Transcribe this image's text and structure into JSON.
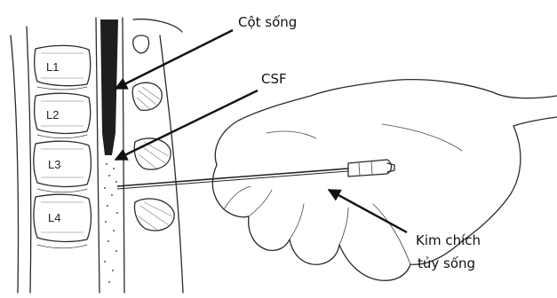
{
  "labels": {
    "spine": "Cột sống",
    "csf": "CSF",
    "needle_line1": "Kim chích",
    "needle_line2": "tủy sống"
  },
  "vertebrae": [
    "L1",
    "L2",
    "L3",
    "L4"
  ],
  "colors": {
    "ink": "#2a2a2a",
    "background": "#ffffff"
  }
}
